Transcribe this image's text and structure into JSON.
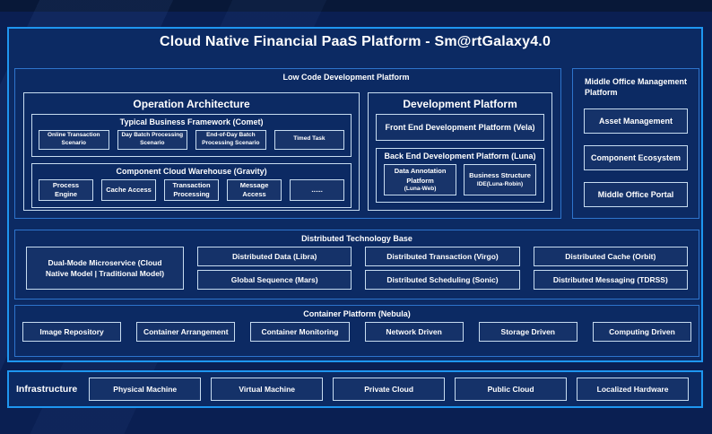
{
  "title": "Cloud Native Financial PaaS Platform - Sm@rtGalaxy4.0",
  "low_code": {
    "label": "Low Code Development Platform",
    "operation": {
      "title": "Operation Architecture",
      "comet": {
        "label": "Typical Business Framework (Comet)",
        "items": [
          "Online Transaction Scenario",
          "Day Batch Processing Scenario",
          "End-of-Day Batch Processing Scenario",
          "Timed Task"
        ]
      },
      "gravity": {
        "label": "Component Cloud Warehouse (Gravity)",
        "items": [
          "Process Engine",
          "Cache Access",
          "Transaction Processing",
          "Message Access",
          "......"
        ]
      }
    },
    "development": {
      "title": "Development Platform",
      "front_end": "Front End Development Platform (Vela)",
      "back_end": {
        "label": "Back End Development Platform (Luna)",
        "items": [
          {
            "name": "Data Annotation Platform",
            "code": "(Luna-Web)"
          },
          {
            "name": "Business Structure",
            "code": "IDE(Luna-Robin)"
          }
        ]
      }
    }
  },
  "middle_office": {
    "label": "Middle Office Management Platform",
    "items": [
      "Asset Management",
      "Component Ecosystem",
      "Middle Office Portal"
    ]
  },
  "distributed": {
    "label": "Distributed Technology Base",
    "microservice": "Dual-Mode Microservice (Cloud Native Model | Traditional Model)",
    "items": [
      "Distributed Data (Libra)",
      "Distributed Transaction (Virgo)",
      "Distributed Cache (Orbit)",
      "Global Sequence (Mars)",
      "Distributed Scheduling (Sonic)",
      "Distributed Messaging (TDRSS)"
    ]
  },
  "container_platform": {
    "label": "Container Platform (Nebula)",
    "items": [
      "Image Repository",
      "Container Arrangement",
      "Container Monitoring",
      "Network Driven",
      "Storage Driven",
      "Computing Driven"
    ]
  },
  "infrastructure": {
    "label": "Infrastructure",
    "items": [
      "Physical Machine",
      "Virtual Machine",
      "Private Cloud",
      "Public Cloud",
      "Localized Hardware"
    ]
  },
  "colors": {
    "page_background": "#0a1f52",
    "panel_background": "#0c2a63",
    "frame_border": "#1e96f0",
    "section_border": "#2e74cc",
    "box_border": "#c7dcf0",
    "text": "#ffffff"
  }
}
